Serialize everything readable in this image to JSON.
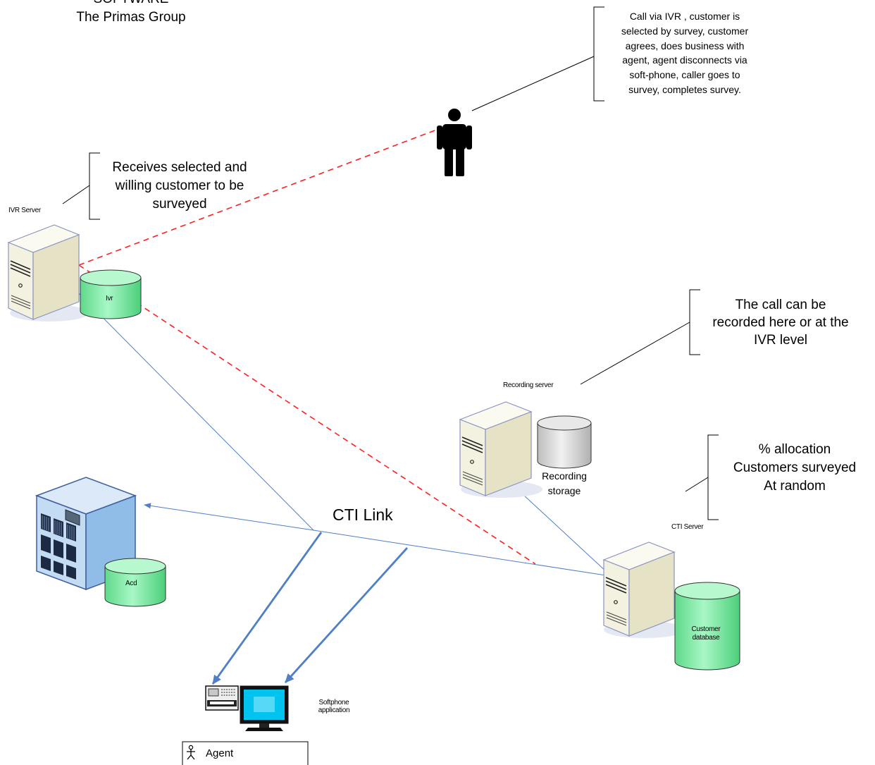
{
  "header": {
    "line1": "SOFTWARE",
    "line2": "The Primas Group"
  },
  "callouts": {
    "call_flow": [
      "Call via IVR , customer is",
      "selected by survey, customer",
      "agrees, does business with",
      "agent, agent disconnects via",
      "soft-phone, caller goes to",
      "survey, completes survey."
    ],
    "ivr_note": [
      "Receives selected and",
      "willing customer to be",
      "surveyed"
    ],
    "recording_note": [
      "The call can be",
      "recorded here or at the",
      "IVR level"
    ],
    "allocation_note": [
      "% allocation",
      "Customers surveyed",
      "At random"
    ]
  },
  "nodes": {
    "ivr_server_label": "IVR Server",
    "ivr_db_label": "Ivr",
    "recording_server_label": "Recording server",
    "recording_storage_label": [
      "Recording",
      "storage"
    ],
    "cti_server_label": "CTI Server",
    "customer_db_label": [
      "Customer",
      "database"
    ],
    "acd_label": "Acd",
    "softphone_label": [
      "Softphone",
      "application"
    ],
    "agent_label": "Agent"
  },
  "links": {
    "cti_link_label": "CTI Link"
  },
  "colors": {
    "server_fill": "#f3f1df",
    "server_outline": "#8a94c0",
    "db_green": "#8ff0b0",
    "db_grey": "#d6d6d6",
    "link_blue": "#4f7fc7",
    "dashed_red": "#ff2020",
    "acd_blue": "#9dc7ec",
    "monitor_cyan": "#00c3f0"
  }
}
